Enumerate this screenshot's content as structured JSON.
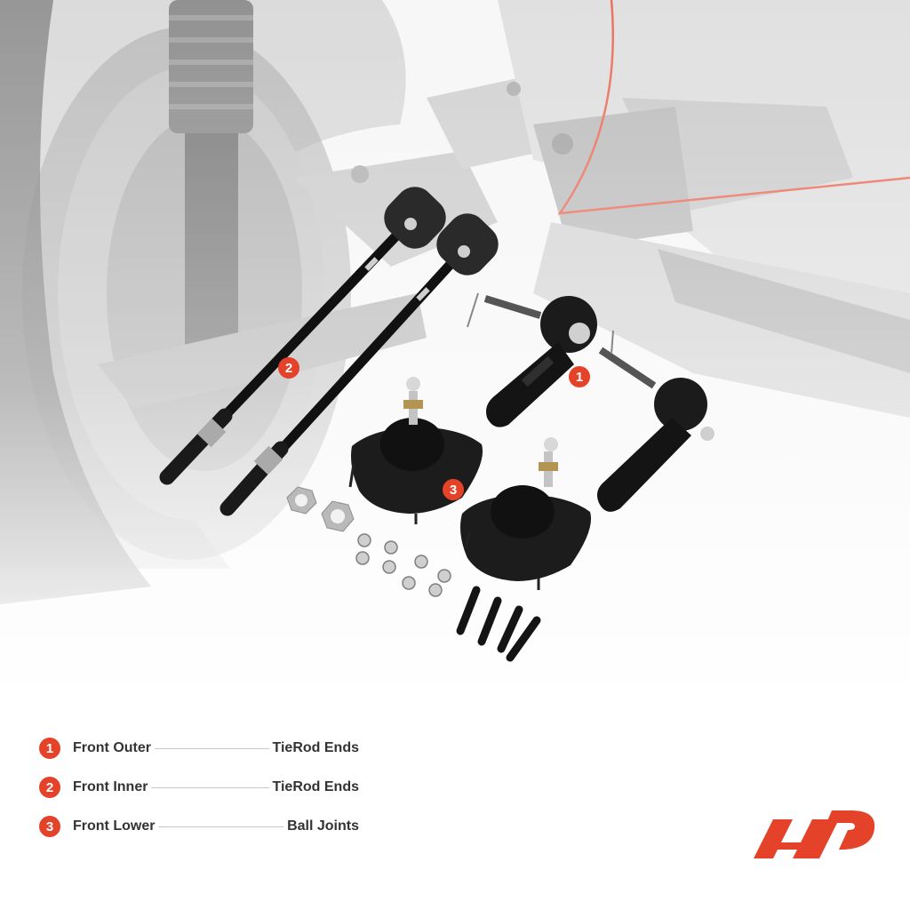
{
  "colors": {
    "accent": "#e4432a",
    "text": "#333333",
    "rule": "#c8c8c8"
  },
  "callouts": [
    "1",
    "2",
    "3"
  ],
  "legend": [
    {
      "num": "1",
      "name": "Front Outer",
      "part": "TieRod Ends"
    },
    {
      "num": "2",
      "name": "Front Inner",
      "part": "TieRod Ends"
    },
    {
      "num": "3",
      "name": "Front Lower",
      "part": "Ball Joints"
    }
  ],
  "logo": {
    "icon": "a-premium-logo-icon"
  }
}
